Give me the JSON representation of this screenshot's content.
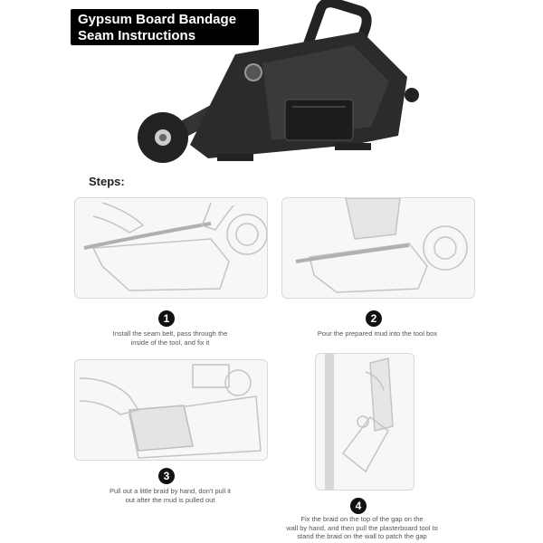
{
  "title": {
    "line1": "Gypsum Board Bandage",
    "line2": "Seam Instructions"
  },
  "steps_heading": "Steps:",
  "steps": [
    {
      "number": "1",
      "caption_line1": "Install the seam belt, pass through the",
      "caption_line2": "inside of the tool, and fix it",
      "caption_line3": ""
    },
    {
      "number": "2",
      "caption_line1": "Pour the prepared mud into the tool box",
      "caption_line2": "",
      "caption_line3": ""
    },
    {
      "number": "3",
      "caption_line1": "Pull out a little braid by hand, don't pull it",
      "caption_line2": "out after the mud is pulled out",
      "caption_line3": ""
    },
    {
      "number": "4",
      "caption_line1": "Fix the braid on the top of the gap on the",
      "caption_line2": "wall by hand, and then pull the plasterboard tool to",
      "caption_line3": "stand the braid on the wall to patch the gap"
    }
  ],
  "colors": {
    "tool_body": "#2b2b2b",
    "sketch": "#c4c4c4",
    "badge": "#111111"
  }
}
